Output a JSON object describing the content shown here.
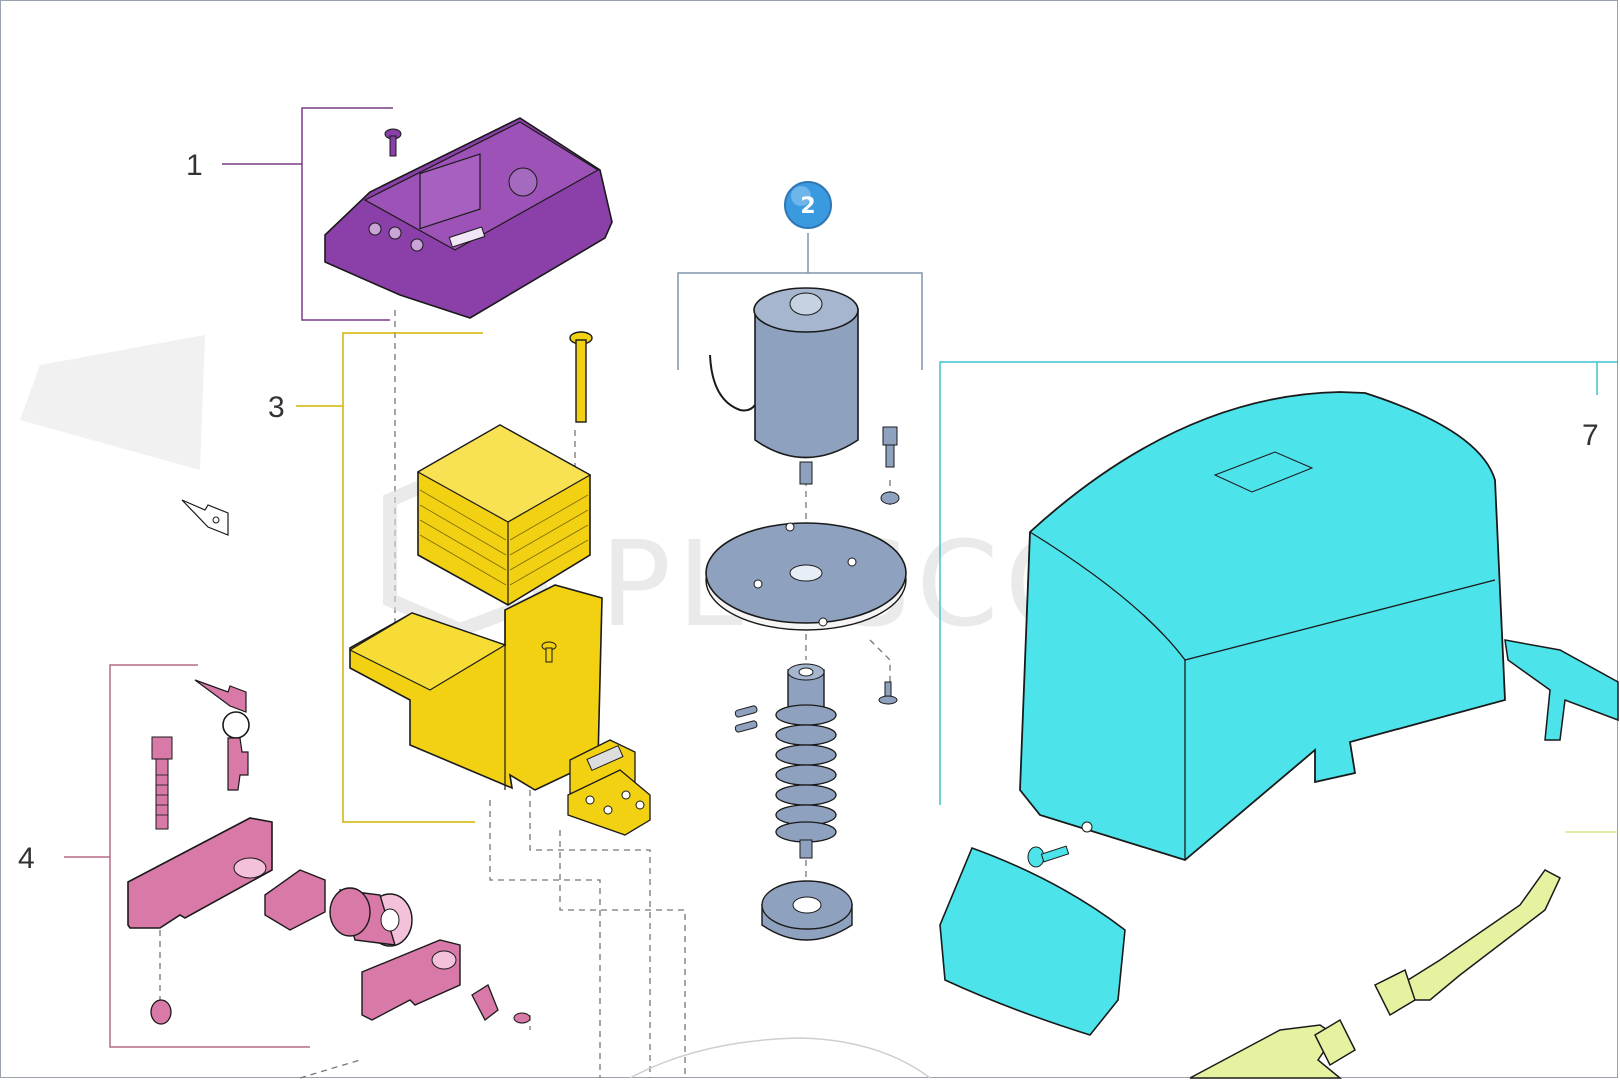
{
  "diagram": {
    "callouts": [
      {
        "id": "1",
        "label": "1"
      },
      {
        "id": "2",
        "label": "2"
      },
      {
        "id": "3",
        "label": "3"
      },
      {
        "id": "4",
        "label": "4"
      },
      {
        "id": "7",
        "label": "7"
      }
    ],
    "watermark": "PLUSCOM"
  },
  "colors": {
    "control_board": "#8b3fa8",
    "transformer_group": "#f2d012",
    "motor_group": "#8ea2bf",
    "lock_group": "#d879a8",
    "cover_group": "#4de3ea",
    "rack_group": "#e6f2a0",
    "badge": "#3a9ae0"
  }
}
